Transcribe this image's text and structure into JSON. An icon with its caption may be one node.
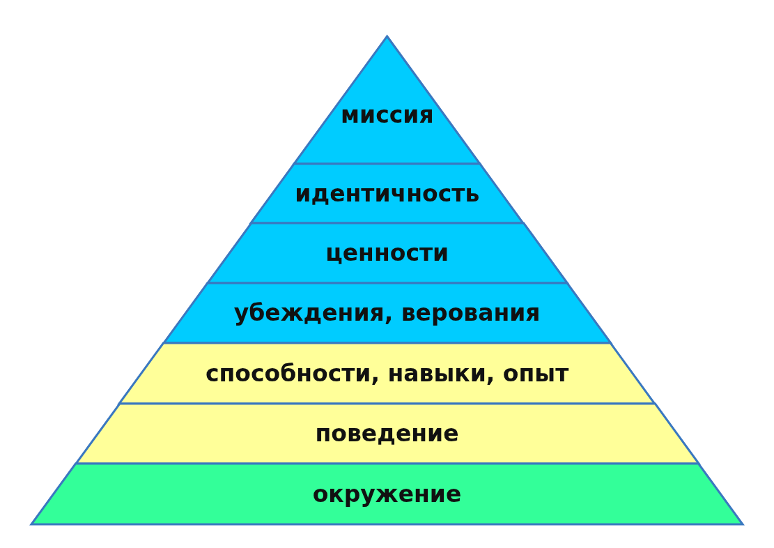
{
  "diagram": {
    "nodes": [
      {
        "text": [
          "миссия"
        ]
      },
      {
        "text": [
          "идентичность"
        ]
      },
      {
        "text": [
          "ценности"
        ]
      },
      {
        "text": [
          "убеждения, верования"
        ]
      },
      {
        "text": [
          "способности, навыки, опыт"
        ]
      },
      {
        "text": [
          "поведение"
        ]
      },
      {
        "text": [
          "окружение"
        ]
      }
    ]
  }
}
